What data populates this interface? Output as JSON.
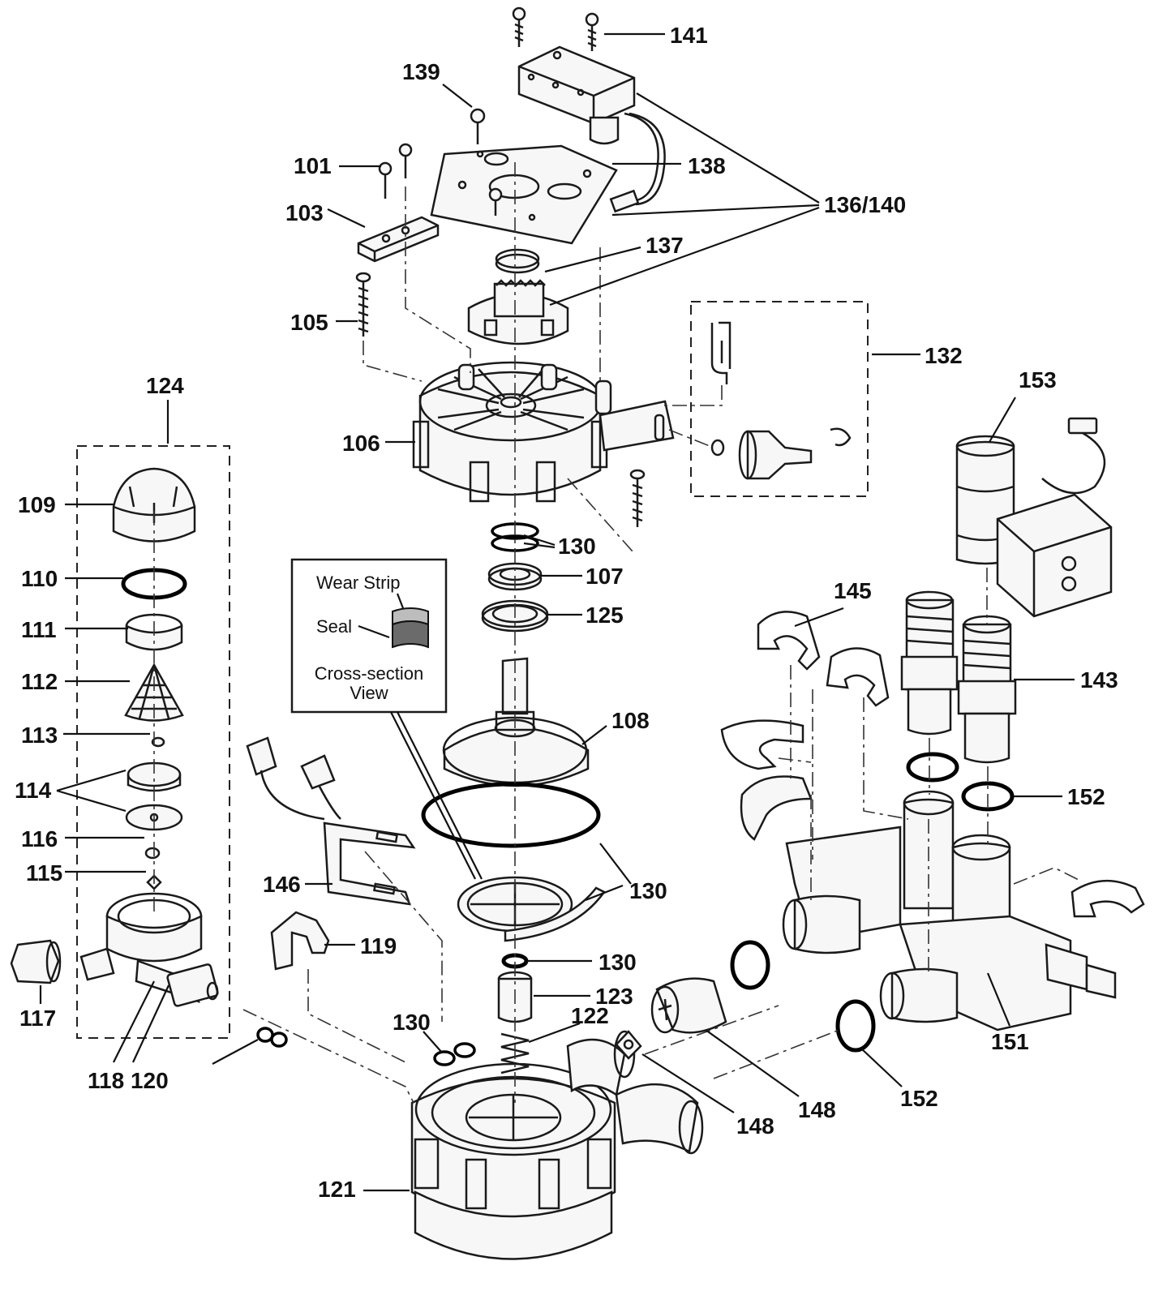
{
  "colors": {
    "line": "#1a1a1a",
    "background": "#ffffff",
    "seal": "#6b6b6b",
    "wear_strip": "#bdbdbd"
  },
  "inset": {
    "wear_strip": "Wear Strip",
    "seal": "Seal",
    "cross_section_line1": "Cross-section",
    "cross_section_line2": "View"
  },
  "callouts": {
    "c101": "101",
    "c103": "103",
    "c105": "105",
    "c106": "106",
    "c107": "107",
    "c108": "108",
    "c109": "109",
    "c110": "110",
    "c111": "111",
    "c112": "112",
    "c113": "113",
    "c114": "114",
    "c115": "115",
    "c116": "116",
    "c117": "117",
    "c118_120": "118 120",
    "c119": "119",
    "c121": "121",
    "c122": "122",
    "c123": "123",
    "c124": "124",
    "c125": "125",
    "c130a": "130",
    "c130b": "130",
    "c130c": "130",
    "c130d": "130",
    "c132": "132",
    "c136_140": "136/140",
    "c137": "137",
    "c138": "138",
    "c139": "139",
    "c141": "141",
    "c143": "143",
    "c145": "145",
    "c146": "146",
    "c148a": "148",
    "c148b": "148",
    "c151": "151",
    "c152a": "152",
    "c152b": "152",
    "c153": "153"
  }
}
